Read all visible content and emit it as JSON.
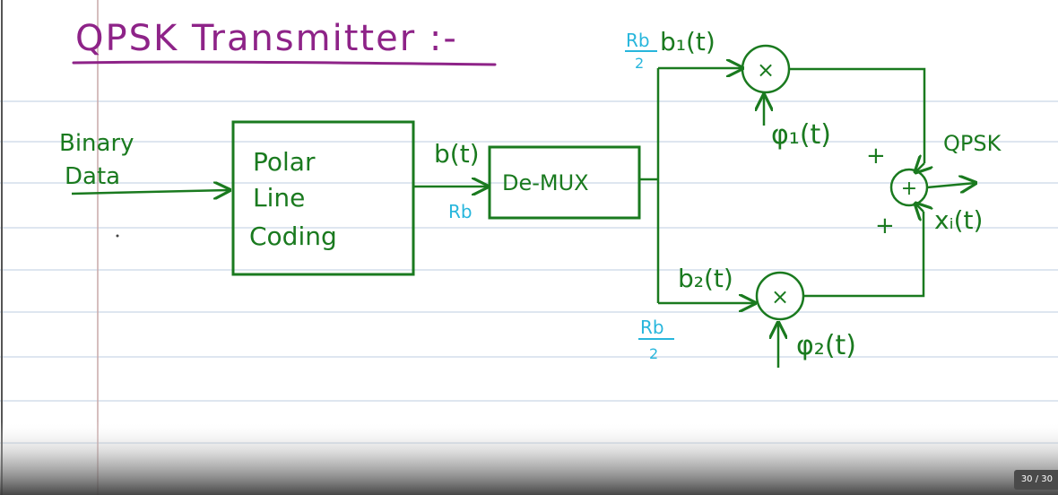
{
  "title": "QPSK Transmitter :-",
  "colors": {
    "ink": "#1a7a1f",
    "title_ink": "#8e2388",
    "rate_ink": "#27b6dc",
    "rule_lines": "#c9d8e6",
    "margin_line": "#c9a9a9",
    "footer_bar": "#555555"
  },
  "input": {
    "line1": "Binary",
    "line2": "Data"
  },
  "encoder": {
    "line1": "Polar",
    "line2": "Line",
    "line3": "Coding"
  },
  "bitstream": {
    "signal": "b(t)",
    "rate": "Rb"
  },
  "demux": {
    "label": "De-MUX"
  },
  "upper_branch": {
    "rate_num": "Rb",
    "rate_den": "2",
    "signal": "b₁(t)",
    "multiplier": "×",
    "carrier": "φ₁(t)",
    "sum_sign": "+"
  },
  "lower_branch": {
    "rate_num": "Rb",
    "rate_den": "2",
    "signal": "b₂(t)",
    "multiplier": "×",
    "carrier": "φ₂(t)",
    "sum_sign": "+"
  },
  "adder": {
    "symbol": "+"
  },
  "output": {
    "name": "QPSK",
    "signal": "xᵢ(t)"
  },
  "page_counter": "30 / 30"
}
